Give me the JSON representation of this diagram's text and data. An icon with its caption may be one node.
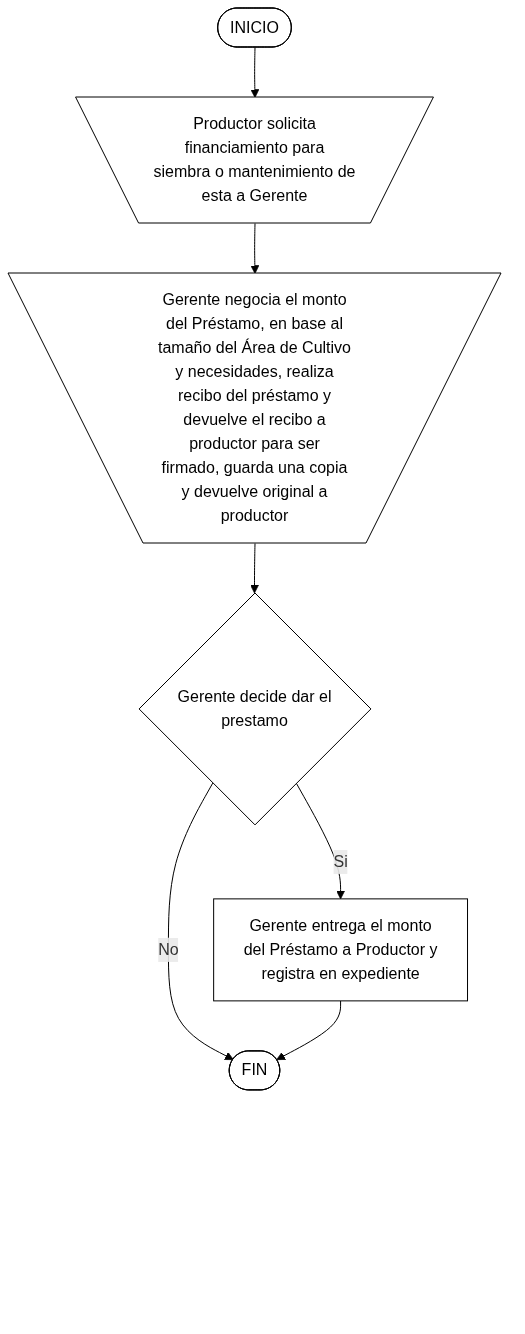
{
  "diagram": {
    "nodes": [
      {
        "text": [
          "INICIO"
        ]
      },
      {
        "text": [
          "Productor solicita financiamiento para siembra o mantenimiento de esta a Gerente"
        ]
      },
      {
        "text": [
          "Gerente negocia el monto del Préstamo, en base al tamaño del Área de Cultivo y necesidades, realiza recibo del préstamo y devuelve el recibo a productor para ser firmado, guarda una copia y devuelve original a productor"
        ]
      },
      {
        "text": [
          "Gerente decide dar el prestamo"
        ]
      },
      {
        "text": [
          "Gerente entrega el monto del Préstamo a Productor y registra en expediente"
        ]
      },
      {
        "text": [
          "FIN"
        ]
      }
    ],
    "edges": [
      {
        "from": 0,
        "to": 1,
        "arrow": "to"
      },
      {
        "from": 1,
        "to": 2,
        "arrow": "to"
      },
      {
        "from": 2,
        "to": 3,
        "arrow": "to"
      },
      {
        "from": 3,
        "to": 4,
        "arrow": "to",
        "label": "Si"
      },
      {
        "from": 3,
        "to": 5,
        "arrow": "to",
        "label": "No"
      },
      {
        "from": 4,
        "to": 5,
        "arrow": "to"
      }
    ]
  }
}
